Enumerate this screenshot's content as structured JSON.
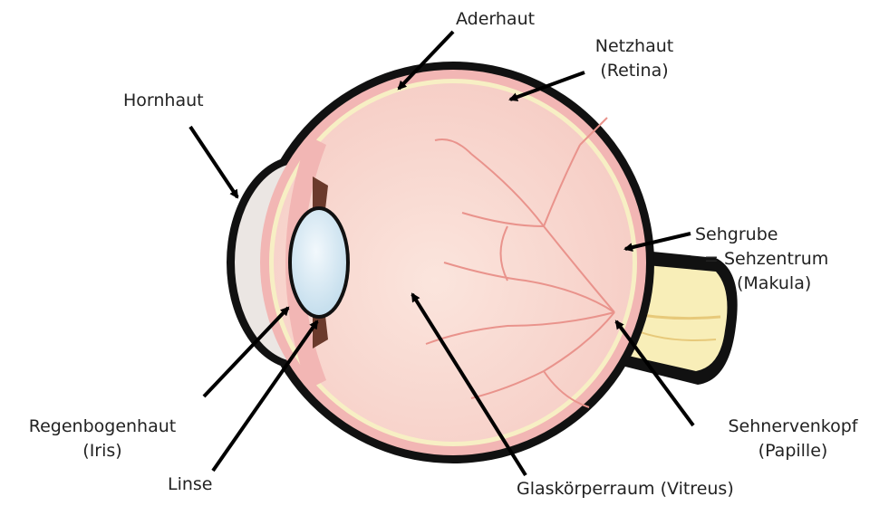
{
  "labels": {
    "aderhaut": "Aderhaut",
    "netzhaut": "Netzhaut",
    "netzhaut_sub": "(Retina)",
    "hornhaut": "Hornhaut",
    "sehgrube": "Sehgrube",
    "sehgrube_sub1": "= Sehzentrum",
    "sehgrube_sub2": "(Makula)",
    "regenbogenhaut": "Regenbogenhaut",
    "regenbogenhaut_sub": "(Iris)",
    "linse": "Linse",
    "glaskoerper": "Glaskörperraum (Vitreus)",
    "sehnervenkopf": "Sehnervenkopf",
    "sehnervenkopf_sub": "(Papille)"
  },
  "colors": {
    "sclera": "#111111",
    "choroid": "#f2b6b4",
    "retina": "#f7efc4",
    "vitreous": "#f9d9d3",
    "vessels": "#e9938c",
    "cornea_fill": "#ebe6e3",
    "lens_fill": "#dcecf6",
    "iris": "#6b3a2c",
    "nerve": "#f8eeb8"
  }
}
